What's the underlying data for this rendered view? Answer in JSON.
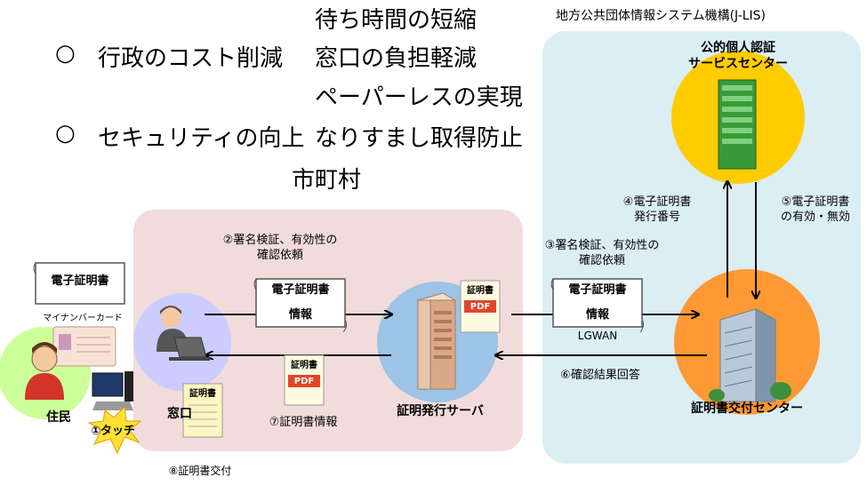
{
  "benefits": {
    "line1": "待ち時間の短縮",
    "line2_marker": "○",
    "line2_left": "行政のコスト削減",
    "line2_right": "窓口の負担軽減",
    "line3": "ペーパーレスの実現",
    "line4_marker": "○",
    "line4_left": "セキュリティの向上",
    "line4_right": "なりすまし取得防止"
  },
  "regions": {
    "municipality": "市町村",
    "jlis": "地方公共団体情報システム機構(J-LIS)"
  },
  "nodes": {
    "cert_auth_center_line1": "公的個人認証",
    "cert_auth_center_line2": "サービスセンター",
    "issuing_center": "証明書交付センター",
    "issuing_server": "証明発行サーバ",
    "counter": "窓口",
    "resident": "住民",
    "my_number_card": "マイナンバーカード",
    "e_certificate": "電子証明書",
    "touch": "①タッチ"
  },
  "documents": {
    "cert_info_title": "電子証明書",
    "cert_info_sub": "情報",
    "cert_doc_title": "証明書",
    "pdf": "PDF",
    "lgwan": "LGWAN"
  },
  "steps": {
    "s2_line1": "②署名検証、有効性の",
    "s2_line2": "確認依頼",
    "s3_line1": "③署名検証、有効性の",
    "s3_line2": "確認依頼",
    "s4_line1": "④電子証明書",
    "s4_line2": "発行番号",
    "s5_line1": "⑤電子証明書",
    "s5_line2": "の有効・無効",
    "s6": "⑥確認結果回答",
    "s7": "⑦証明書情報",
    "s8": "⑧証明書交付"
  },
  "colors": {
    "jlis_bg": "#dbeef4",
    "municipality_bg": "#f2dcdb",
    "yellow_circle": "#ffcc00",
    "orange_circle": "#ff9933",
    "blue_circle": "#9dc3e6",
    "lavender_circle": "#ccccff",
    "green_circle": "#ccff99",
    "pdf_red": "#e2452a"
  }
}
